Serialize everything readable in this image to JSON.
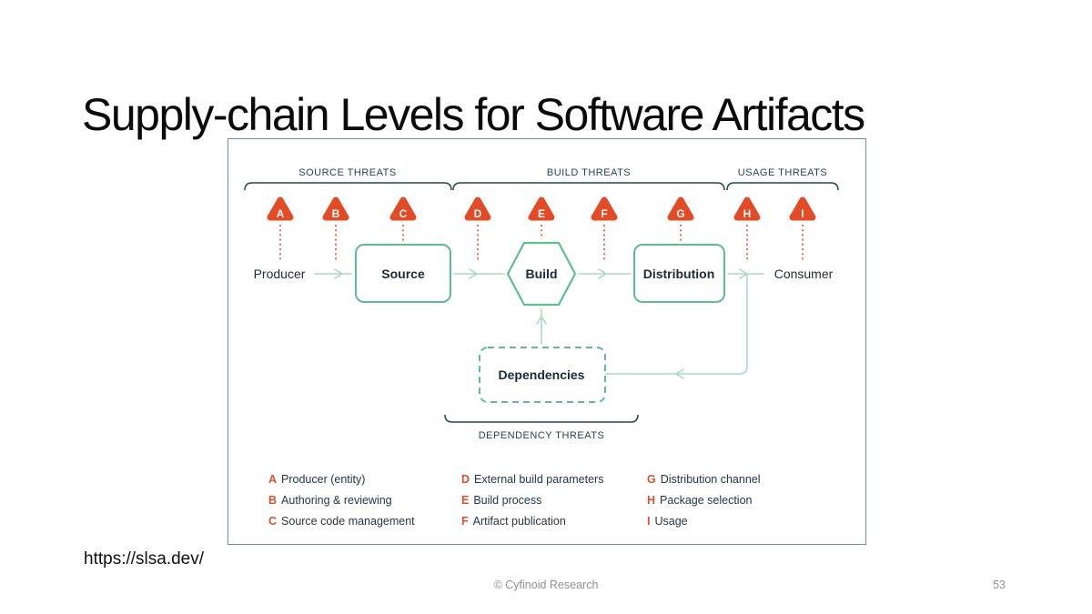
{
  "slide": {
    "title": "Supply-chain Levels for Software Artifacts",
    "link": "https://slsa.dev/",
    "footer_credit": "© Cyfinoid Research",
    "page_number": "53"
  },
  "colors": {
    "threat_red": "#e24b26",
    "node_green": "#5fbe8d",
    "connector_green": "#a9dbc1",
    "bracket_teal": "#24464f",
    "panel_border": "#6a92a0",
    "text_dark": "#1b2a38",
    "footer_gray": "#8f9193"
  },
  "diagram": {
    "threat_groups": {
      "source": "SOURCE THREATS",
      "build": "BUILD THREATS",
      "usage": "USAGE THREATS",
      "dependency": "DEPENDENCY THREATS"
    },
    "threat_markers": [
      "A",
      "B",
      "C",
      "D",
      "E",
      "F",
      "G",
      "H",
      "I"
    ],
    "nodes": {
      "producer": "Producer",
      "source": "Source",
      "build": "Build",
      "distribution": "Distribution",
      "consumer": "Consumer",
      "dependencies": "Dependencies"
    },
    "legend": {
      "columns": [
        {
          "items": [
            {
              "key": "A",
              "label": "Producer (entity)"
            },
            {
              "key": "B",
              "label": "Authoring & reviewing"
            },
            {
              "key": "C",
              "label": "Source code management"
            }
          ]
        },
        {
          "items": [
            {
              "key": "D",
              "label": "External build parameters"
            },
            {
              "key": "E",
              "label": "Build process"
            },
            {
              "key": "F",
              "label": "Artifact publication"
            }
          ]
        },
        {
          "items": [
            {
              "key": "G",
              "label": "Distribution channel"
            },
            {
              "key": "H",
              "label": "Package selection"
            },
            {
              "key": "I",
              "label": "Usage"
            }
          ]
        }
      ]
    }
  }
}
